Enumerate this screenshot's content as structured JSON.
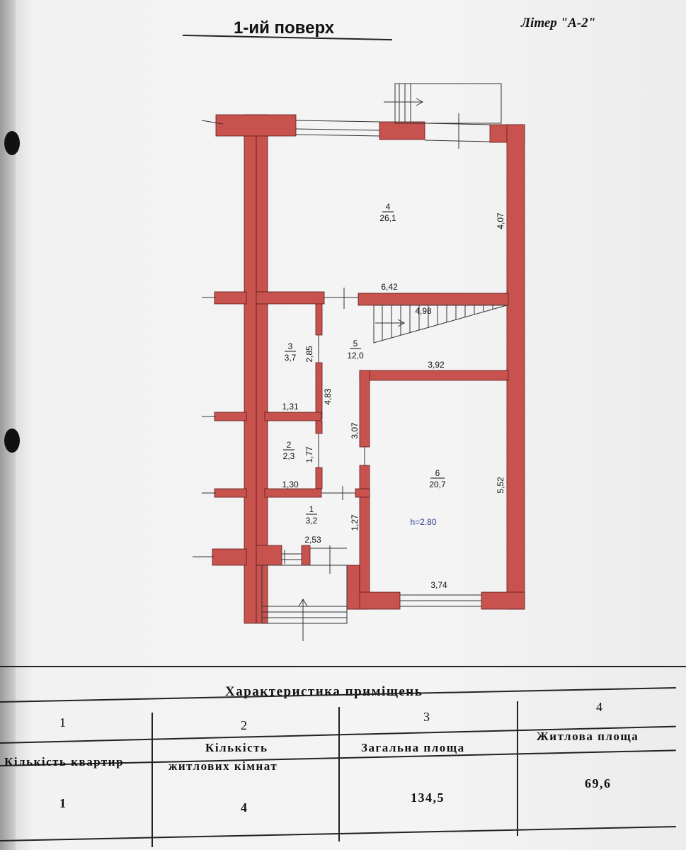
{
  "header": {
    "floor_title": "1-ий поверх",
    "liter": "Літер \"А-2\""
  },
  "plan": {
    "rooms": [
      {
        "num": "4",
        "area": "26,1"
      },
      {
        "num": "3",
        "area": "3,7"
      },
      {
        "num": "5",
        "area": "12,0"
      },
      {
        "num": "2",
        "area": "2,3"
      },
      {
        "num": "1",
        "area": "3,2"
      },
      {
        "num": "6",
        "area": "20,7"
      }
    ],
    "dimensions": [
      "4,07",
      "6,42",
      "4,98",
      "2,85",
      "4,83",
      "3,92",
      "1,31",
      "3,07",
      "1,77",
      "5,52",
      "1,30",
      "1,27",
      "2,53",
      "3,74"
    ],
    "height_label": "h=2.80",
    "colors": {
      "wall": "#c8524e",
      "wall_stroke": "#5a1a18",
      "height_text": "#2a3f8f"
    }
  },
  "table": {
    "title": "Характеристика приміщень",
    "col_numbers": [
      "1",
      "2",
      "3",
      "4"
    ],
    "headers": {
      "col1": "Кількість квартир",
      "col2_line1": "Кількість",
      "col2_line2": "житлових кімнат",
      "col3": "Загальна площа",
      "col4": "Житлова площа"
    },
    "values": [
      "1",
      "4",
      "134,5",
      "69,6"
    ]
  }
}
